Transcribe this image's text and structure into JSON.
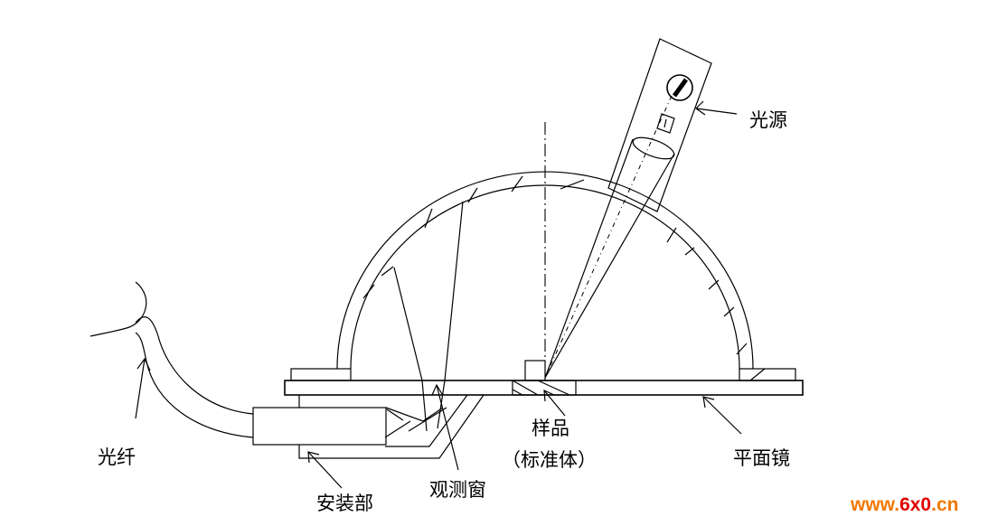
{
  "labels": {
    "light_source": "光源",
    "fiber": "光纤",
    "mount": "安装部",
    "window": "观测窗",
    "sample_line1": "样品",
    "sample_line2": "（标准体）",
    "mirror": "平面镜"
  },
  "watermark": {
    "prefix": "www.",
    "mid": "6x0",
    "suffix": ".cn"
  },
  "colors": {
    "ink": "#000000",
    "watermark_orange": "#f07800",
    "watermark_red": "#e00000"
  }
}
